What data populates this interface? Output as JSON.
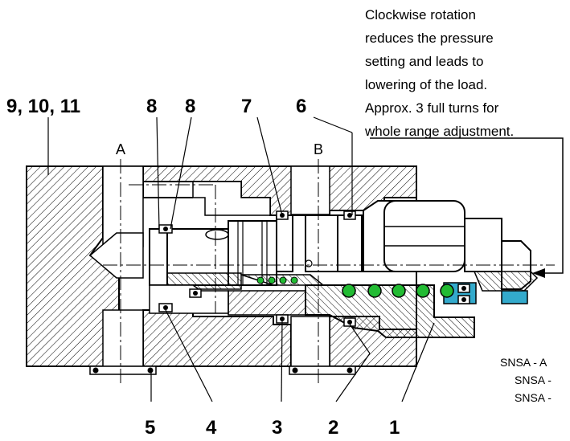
{
  "callouts": {
    "top": [
      "9, 10, 11",
      "8",
      "8",
      "7",
      "6"
    ],
    "bottom": [
      "5",
      "4",
      "3",
      "2",
      "1"
    ]
  },
  "ports": {
    "a": "A",
    "b": "B"
  },
  "note": {
    "lines": [
      "Clockwise rotation",
      "reduces the pressure",
      "setting and leads to",
      "lowering of the load.",
      "Approx. 3 full turns for",
      "whole range adjustment."
    ]
  },
  "side_codes": [
    "SNSA - A",
    "SNSA -",
    "SNSA -"
  ],
  "colors": {
    "spring": "#22bb33",
    "seal": "#33aacc",
    "line": "#000000",
    "hatch": "#000000"
  }
}
